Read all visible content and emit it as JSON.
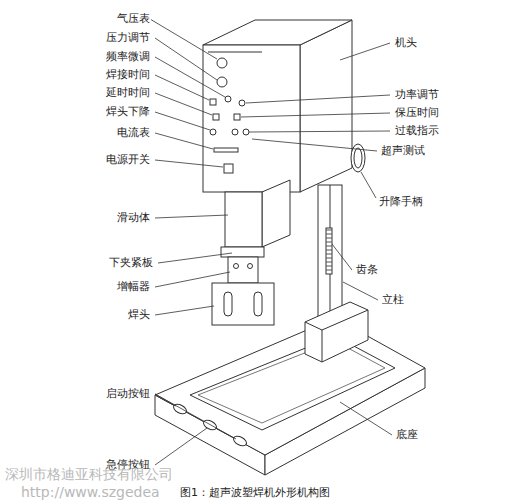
{
  "diagram": {
    "caption": "图1：超声波塑焊机外形机构图",
    "labels": [
      "气压表",
      "压力调节",
      "频率微调",
      "焊接时间",
      "延时时间",
      "焊头下降",
      "电流表",
      "电源开关",
      "滑动体",
      "下夹紧板",
      "增幅器",
      "焊头",
      "启动按钮",
      "急停按钮",
      "机头",
      "功率调节",
      "保压时间",
      "过载指示",
      "超声测试",
      "升降手柄",
      "齿条",
      "立柱",
      "底座",
      "深圳市格迪亚科技有限公司",
      "http://www.szgedea"
    ]
  }
}
